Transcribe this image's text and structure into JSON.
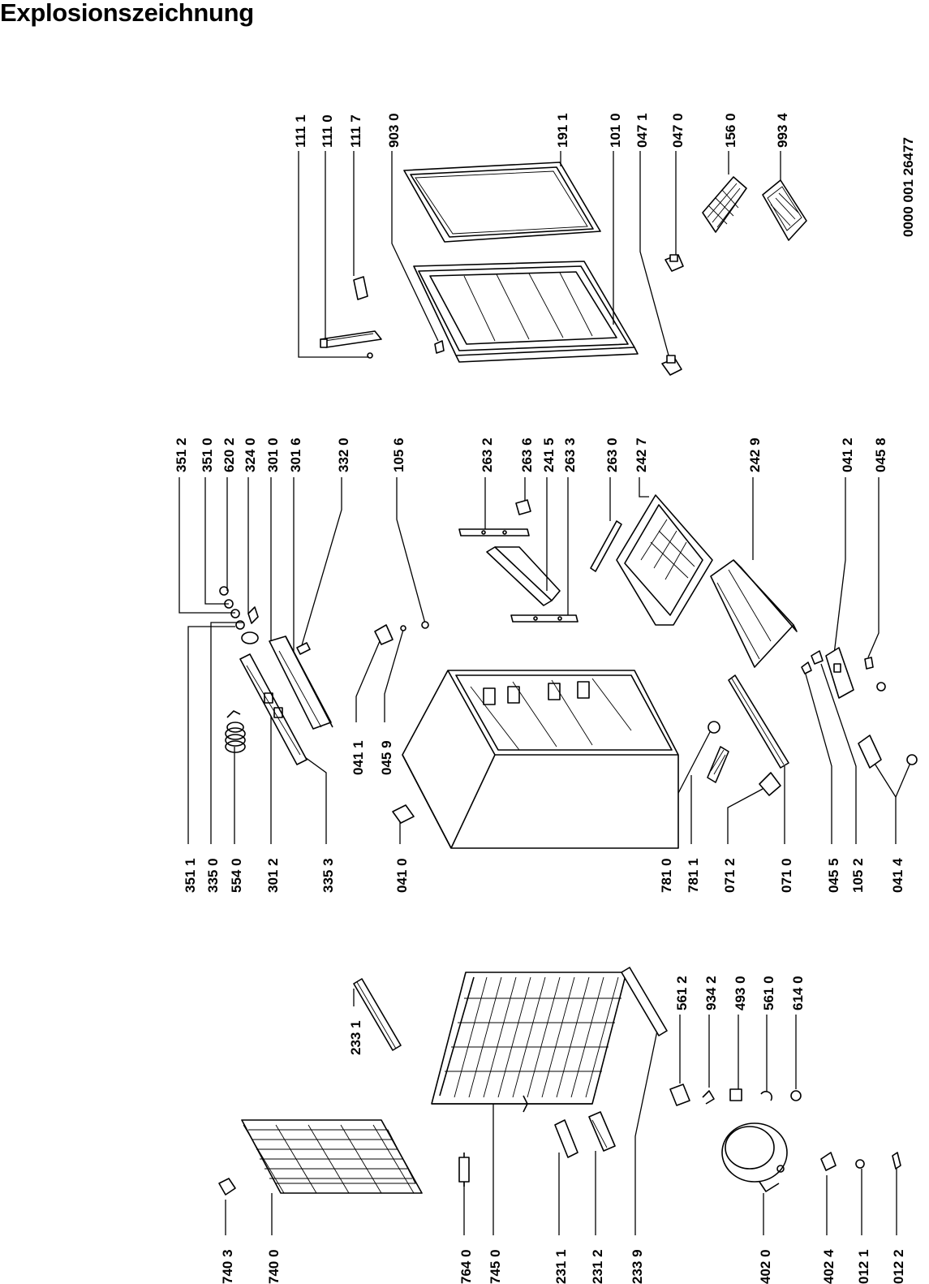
{
  "header": {
    "title": "Explosionszeichnung"
  },
  "doc_code": "0000 001 26477",
  "labels": {
    "p1111": "111 1",
    "p1110": "111 0",
    "p1117": "111 7",
    "p9030": "903 0",
    "p1911": "191 1",
    "p1010": "101 0",
    "p0471": "047 1",
    "p0470": "047 0",
    "p1560": "156 0",
    "p9934": "993 4",
    "p3512": "351 2",
    "p3510": "351 0",
    "p6202": "620 2",
    "p3240": "324 0",
    "p3010": "301 0",
    "p3016": "301 6",
    "p3320": "332 0",
    "p1056": "105 6",
    "p2632": "263 2",
    "p2636": "263 6",
    "p2415": "241 5",
    "p2633": "263 3",
    "p2630": "263 0",
    "p2427": "242 7",
    "p2429": "242 9",
    "p0412": "041 2",
    "p0458": "045 8",
    "p3511": "351 1",
    "p3350": "335 0",
    "p5540": "554 0",
    "p3012": "301 2",
    "p3353": "335 3",
    "p0410": "041 0",
    "p0411": "041 1",
    "p0459": "045 9",
    "p7810": "781 0",
    "p7811": "781 1",
    "p0712": "071 2",
    "p0710": "071 0",
    "p0455": "045 5",
    "p1052": "105 2",
    "p0414": "041 4",
    "p2331": "233 1",
    "p5612": "561 2",
    "p9342": "934 2",
    "p4930": "493 0",
    "p5610": "561 0",
    "p6140": "614 0",
    "p7403": "740 3",
    "p7400": "740 0",
    "p7640": "764 0",
    "p7450": "745 0",
    "p2311": "231 1",
    "p2312": "231 2",
    "p2339": "233 9",
    "p4020": "402 0",
    "p4024": "402 4",
    "p0121": "012 1",
    "p0122": "012 2"
  }
}
